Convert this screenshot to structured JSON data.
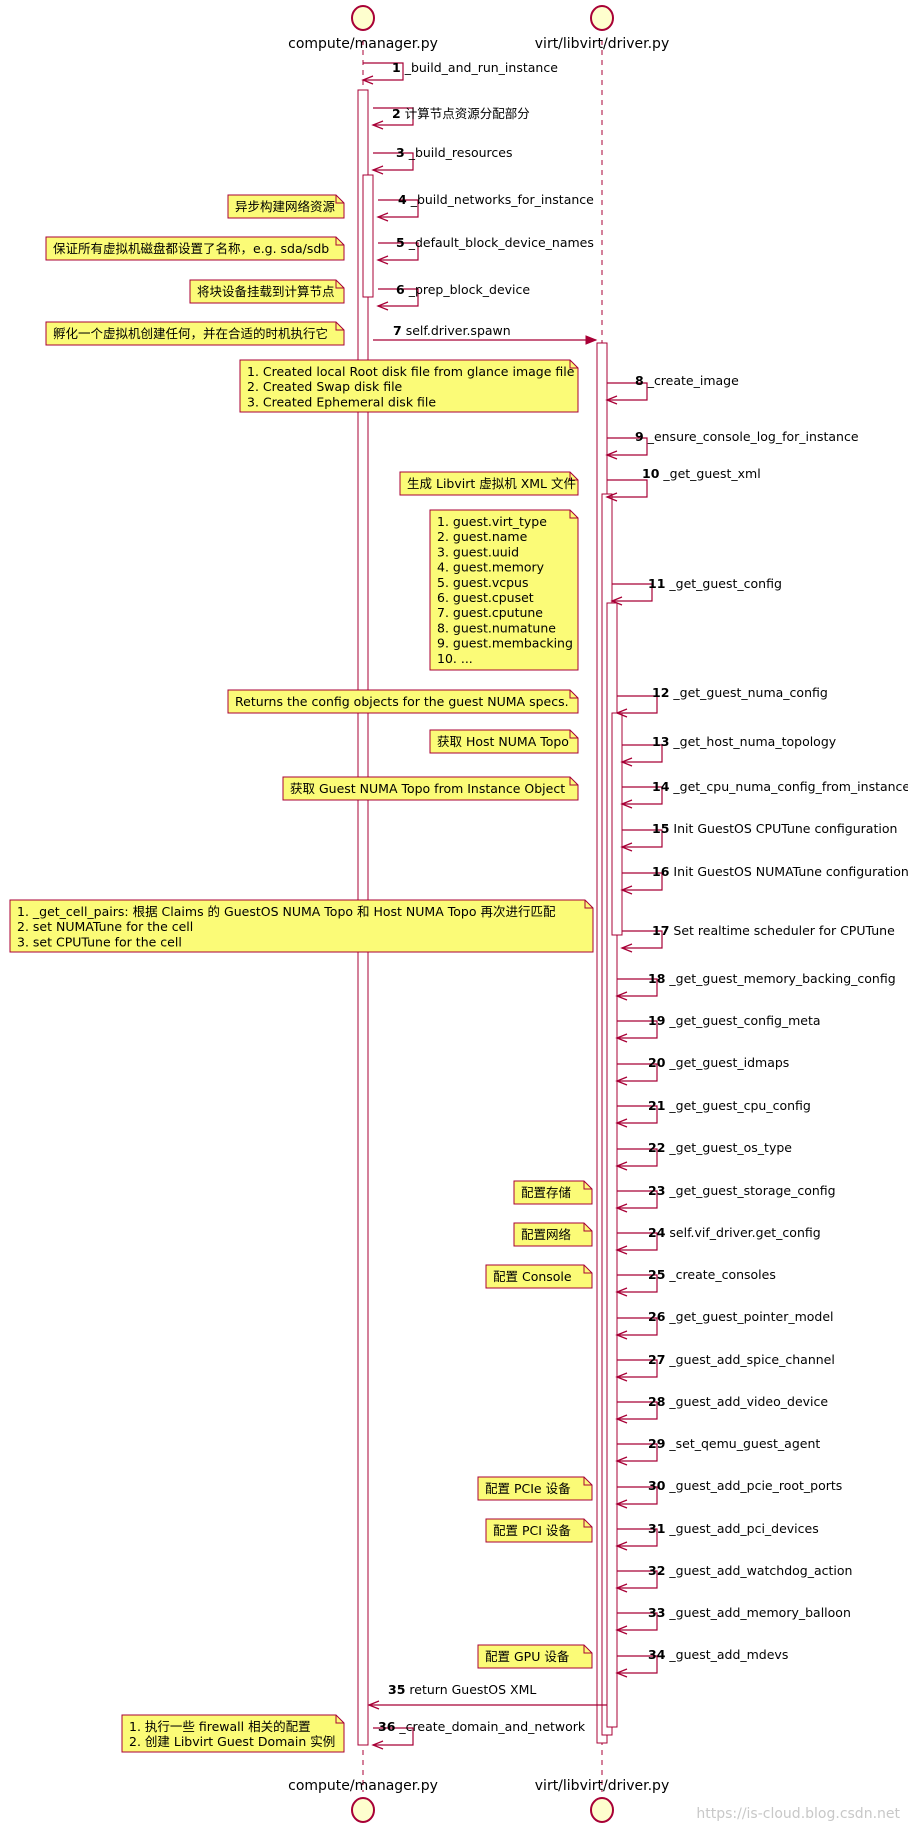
{
  "participants": [
    {
      "id": "manager",
      "label": "compute/manager.py"
    },
    {
      "id": "driver",
      "label": "virt/libvirt/driver.py"
    }
  ],
  "messages": [
    {
      "num": "1",
      "label": "_build_and_run_instance"
    },
    {
      "num": "2",
      "label": "计算节点资源分配部分"
    },
    {
      "num": "3",
      "label": "_build_resources"
    },
    {
      "num": "4",
      "label": "_build_networks_for_instance"
    },
    {
      "num": "5",
      "label": "_default_block_device_names"
    },
    {
      "num": "6",
      "label": "_prep_block_device"
    },
    {
      "num": "7",
      "label": "self.driver.spawn"
    },
    {
      "num": "8",
      "label": "_create_image"
    },
    {
      "num": "9",
      "label": "_ensure_console_log_for_instance"
    },
    {
      "num": "10",
      "label": "_get_guest_xml"
    },
    {
      "num": "11",
      "label": "_get_guest_config"
    },
    {
      "num": "12",
      "label": "_get_guest_numa_config"
    },
    {
      "num": "13",
      "label": "_get_host_numa_topology"
    },
    {
      "num": "14",
      "label": "_get_cpu_numa_config_from_instance"
    },
    {
      "num": "15",
      "label": "Init GuestOS CPUTune configuration"
    },
    {
      "num": "16",
      "label": "Init GuestOS NUMATune configuration"
    },
    {
      "num": "17",
      "label": "Set realtime scheduler for CPUTune"
    },
    {
      "num": "18",
      "label": "_get_guest_memory_backing_config"
    },
    {
      "num": "19",
      "label": "_get_guest_config_meta"
    },
    {
      "num": "20",
      "label": "_get_guest_idmaps"
    },
    {
      "num": "21",
      "label": "_get_guest_cpu_config"
    },
    {
      "num": "22",
      "label": "_get_guest_os_type"
    },
    {
      "num": "23",
      "label": "_get_guest_storage_config"
    },
    {
      "num": "24",
      "label": "self.vif_driver.get_config"
    },
    {
      "num": "25",
      "label": "_create_consoles"
    },
    {
      "num": "26",
      "label": "_get_guest_pointer_model"
    },
    {
      "num": "27",
      "label": "_guest_add_spice_channel"
    },
    {
      "num": "28",
      "label": "_guest_add_video_device"
    },
    {
      "num": "29",
      "label": "_set_qemu_guest_agent"
    },
    {
      "num": "30",
      "label": "_guest_add_pcie_root_ports"
    },
    {
      "num": "31",
      "label": "_guest_add_pci_devices"
    },
    {
      "num": "32",
      "label": "_guest_add_watchdog_action"
    },
    {
      "num": "33",
      "label": "_guest_add_memory_balloon"
    },
    {
      "num": "34",
      "label": "_guest_add_mdevs"
    },
    {
      "num": "35",
      "label": "return GuestOS XML"
    },
    {
      "num": "36",
      "label": "_create_domain_and_network"
    }
  ],
  "notes": [
    {
      "lines": [
        "异步构建网络资源"
      ]
    },
    {
      "lines": [
        "保证所有虚拟机磁盘都设置了名称，e.g. sda/sdb"
      ]
    },
    {
      "lines": [
        "将块设备挂载到计算节点"
      ]
    },
    {
      "lines": [
        "孵化一个虚拟机创建任何，并在合适的时机执行它"
      ]
    },
    {
      "lines": [
        "1. Created local Root disk file from glance image file",
        "2. Created Swap disk file",
        "3. Created Ephemeral disk file"
      ]
    },
    {
      "lines": [
        "生成 Libvirt 虚拟机 XML 文件"
      ]
    },
    {
      "lines": [
        "1. guest.virt_type",
        "2. guest.name",
        "3. guest.uuid",
        "4. guest.memory",
        "5. guest.vcpus",
        "6. guest.cpuset",
        "7. guest.cputune",
        "8. guest.numatune",
        "9. guest.membacking",
        "10. ..."
      ]
    },
    {
      "lines": [
        "Returns the config objects for the guest NUMA specs."
      ]
    },
    {
      "lines": [
        "获取 Host NUMA Topo"
      ]
    },
    {
      "lines": [
        "获取 Guest NUMA Topo from Instance Object"
      ]
    },
    {
      "lines": [
        "1. _get_cell_pairs: 根据 Claims 的 GuestOS NUMA Topo 和 Host NUMA Topo 再次进行匹配",
        "2. set NUMATune for the cell",
        "3. set CPUTune for the cell"
      ]
    },
    {
      "lines": [
        "配置存储"
      ]
    },
    {
      "lines": [
        "配置网络"
      ]
    },
    {
      "lines": [
        "配置 Console"
      ]
    },
    {
      "lines": [
        "配置 PCIe 设备"
      ]
    },
    {
      "lines": [
        "配置 PCI 设备"
      ]
    },
    {
      "lines": [
        "配置 GPU 设备"
      ]
    },
    {
      "lines": [
        "1. 执行一些 firewall 相关的配置",
        "2. 创建 Libvirt Guest Domain 实例"
      ]
    }
  ],
  "watermark": "https://is-cloud.blog.csdn.net",
  "colors": {
    "line": "#A80036",
    "actor_fill": "#FEFECE",
    "note_fill": "#FBFB77",
    "text": "#000000",
    "watermark": "#c8c8c8"
  }
}
